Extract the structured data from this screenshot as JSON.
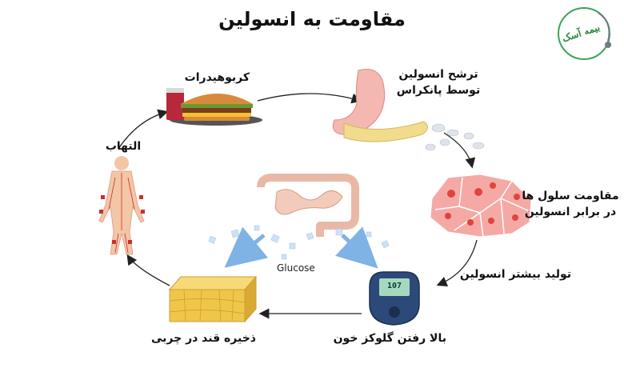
{
  "title": "مقاومت به انسولین",
  "logo": {
    "text": "بیمه آسک",
    "accent": "#3aa55a"
  },
  "glucose_label": "Glucose",
  "meter_value": "107",
  "nodes": {
    "carbs": "کربوهیدرات",
    "pancreas_line1": "ترشح انسولین",
    "pancreas_line2": "توسط پانکراس",
    "resistance_line1": "مقاومت سلول ها",
    "resistance_line2": "در برابر انسولین",
    "more_insulin": "تولید بیشتر انسولین",
    "glucose_up": "بالا رفتن گلوکز خون",
    "fat_storage": "ذخیره قند در چربی",
    "inflammation": "التهاب"
  },
  "colors": {
    "cell": "#f5a9a5",
    "cell_nucleus": "#e0443d",
    "arrow": "#222222",
    "glucose_arrow": "#7fb2e5",
    "fat": "#f0c64a"
  }
}
